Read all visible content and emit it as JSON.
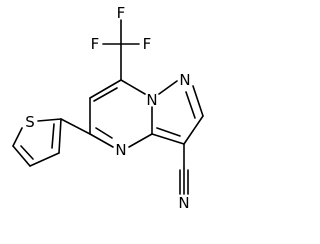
{
  "molecule": {
    "atoms": {
      "f1": "F",
      "f2": "F",
      "f3": "F",
      "n_bridge": "N",
      "n_pyrazole": "N",
      "n_pyrimidine": "N",
      "s_thiophene": "S",
      "n_nitrile": "N"
    }
  }
}
